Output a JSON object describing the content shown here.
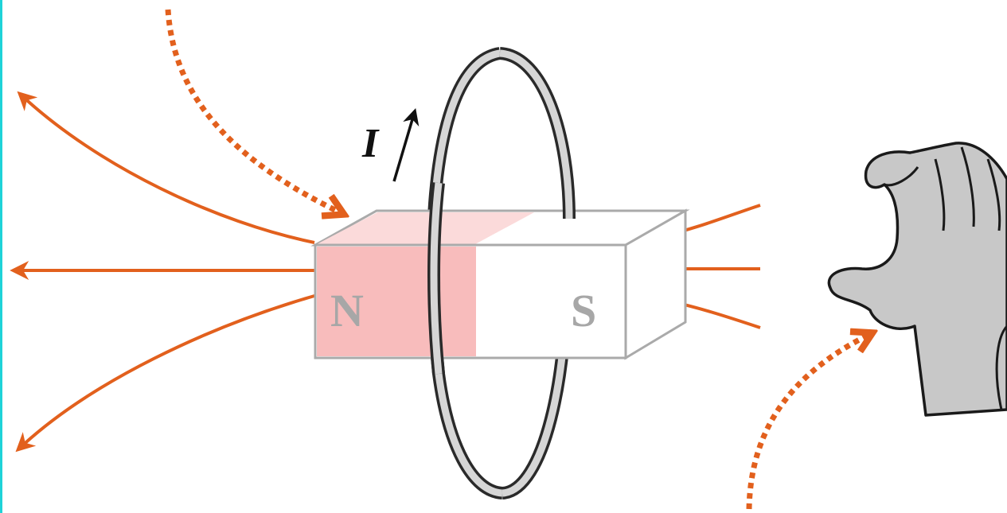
{
  "labels": {
    "north": "N",
    "south": "S",
    "current": "I"
  },
  "colors": {
    "field_line": "#e2601d",
    "north_face": "#f8bcbc",
    "north_top": "#fbdada",
    "magnet_edge": "#aaaaaa",
    "pole_text": "#a7a7a7",
    "loop_fill": "#d6d6d6",
    "loop_outline": "#2a2a2a",
    "hand_fill": "#c8c8c8",
    "hand_outline": "#1a1a1a",
    "border": "#1fd3d8"
  },
  "icons": {
    "hand": "right-hand-curled-icon",
    "motion_arrow": "dotted-motion-arrow-icon",
    "current_arrow": "current-direction-arrow-icon"
  }
}
